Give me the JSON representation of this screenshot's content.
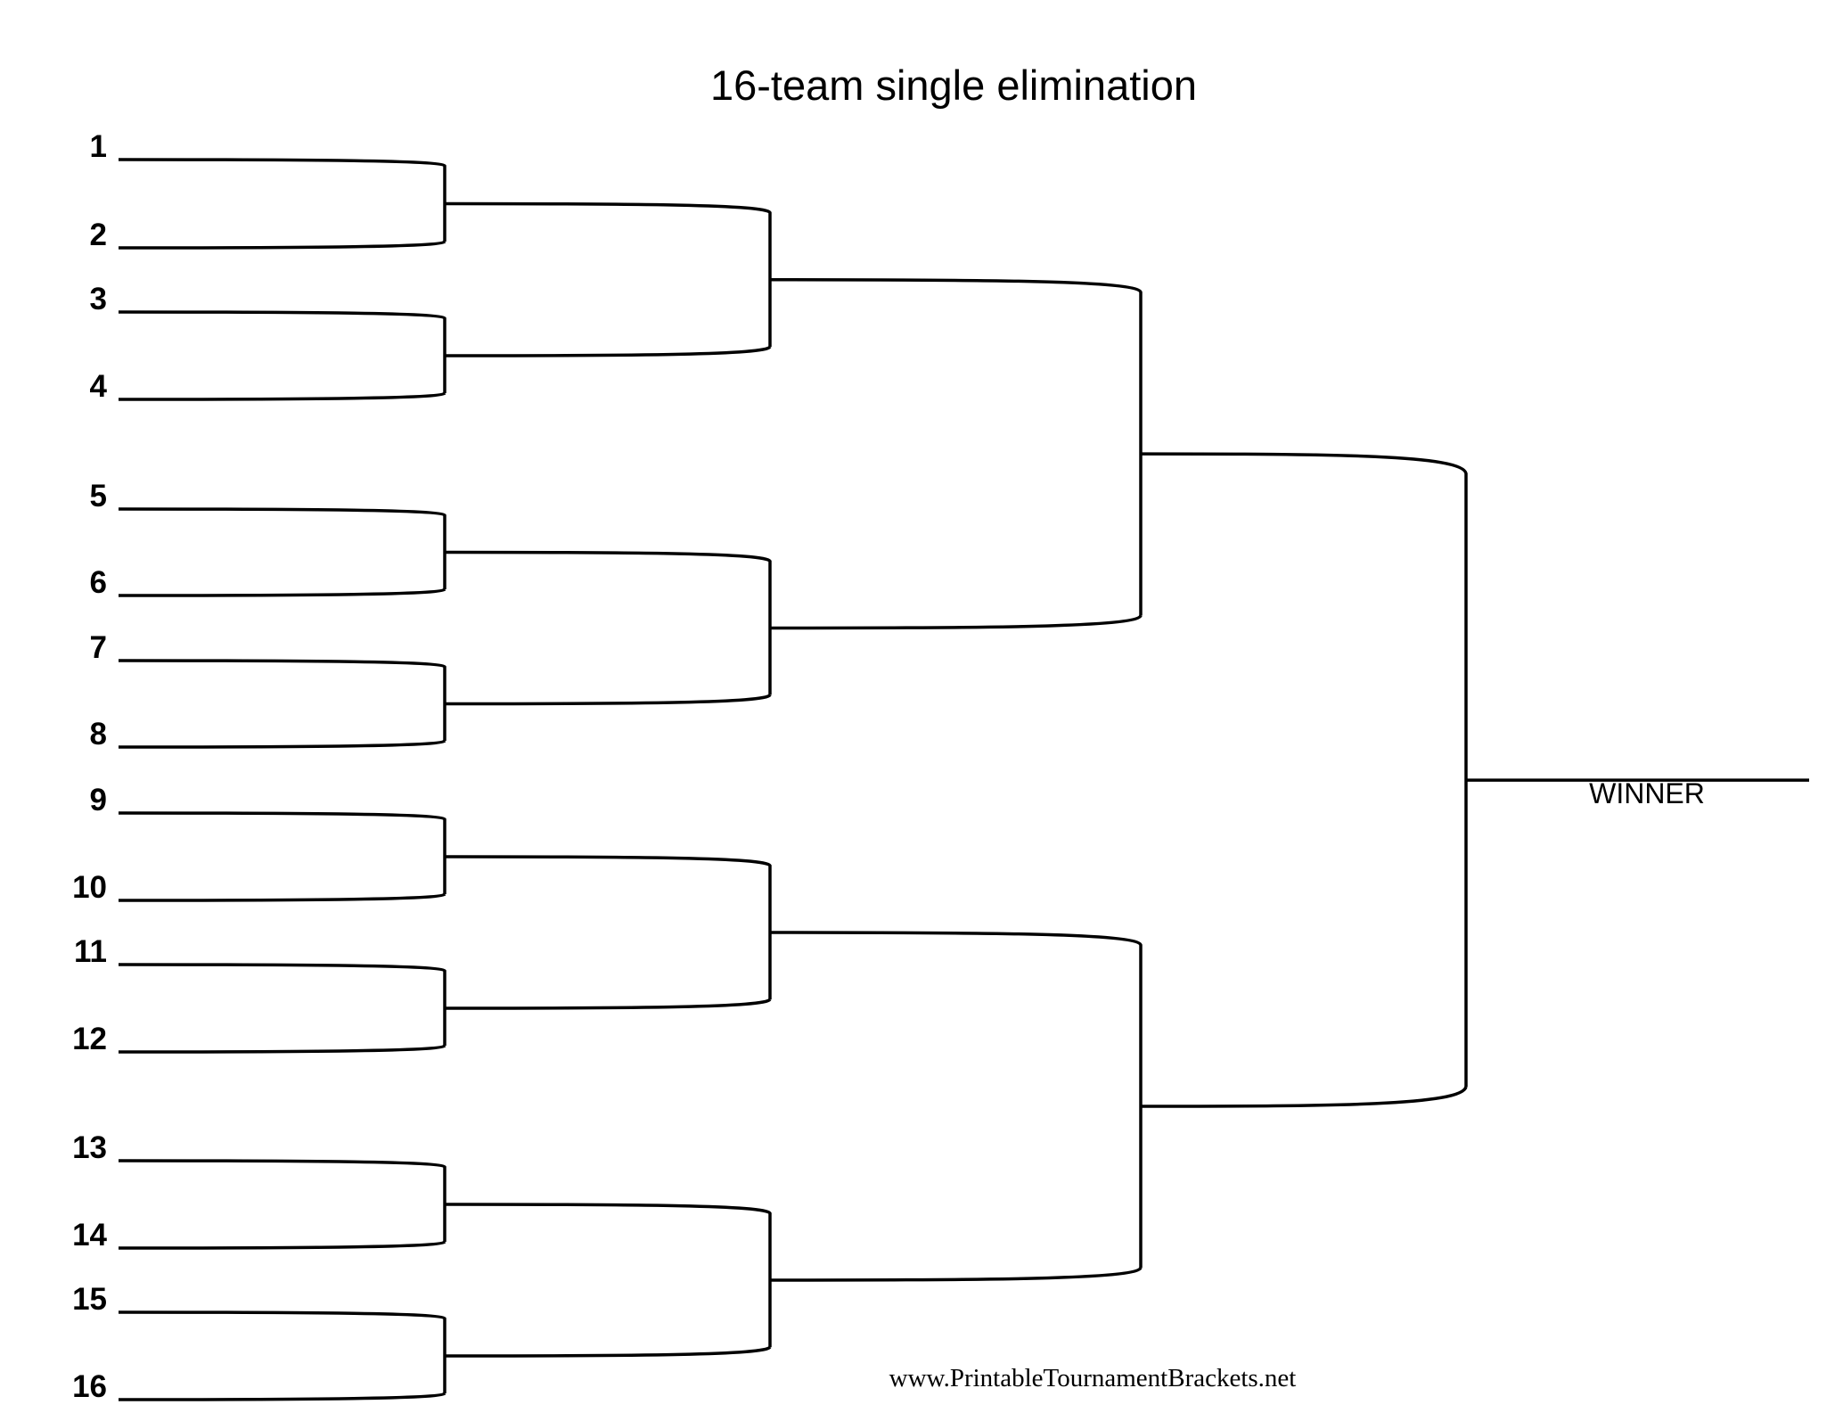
{
  "title": "16-team single elimination",
  "seeds": [
    "1",
    "2",
    "3",
    "4",
    "5",
    "6",
    "7",
    "8",
    "9",
    "10",
    "11",
    "12",
    "13",
    "14",
    "15",
    "16"
  ],
  "winner_label": "WINNER",
  "footer": "www.PrintableTournamentBrackets.net",
  "colors": {
    "line": "#000000",
    "background": "#ffffff"
  }
}
